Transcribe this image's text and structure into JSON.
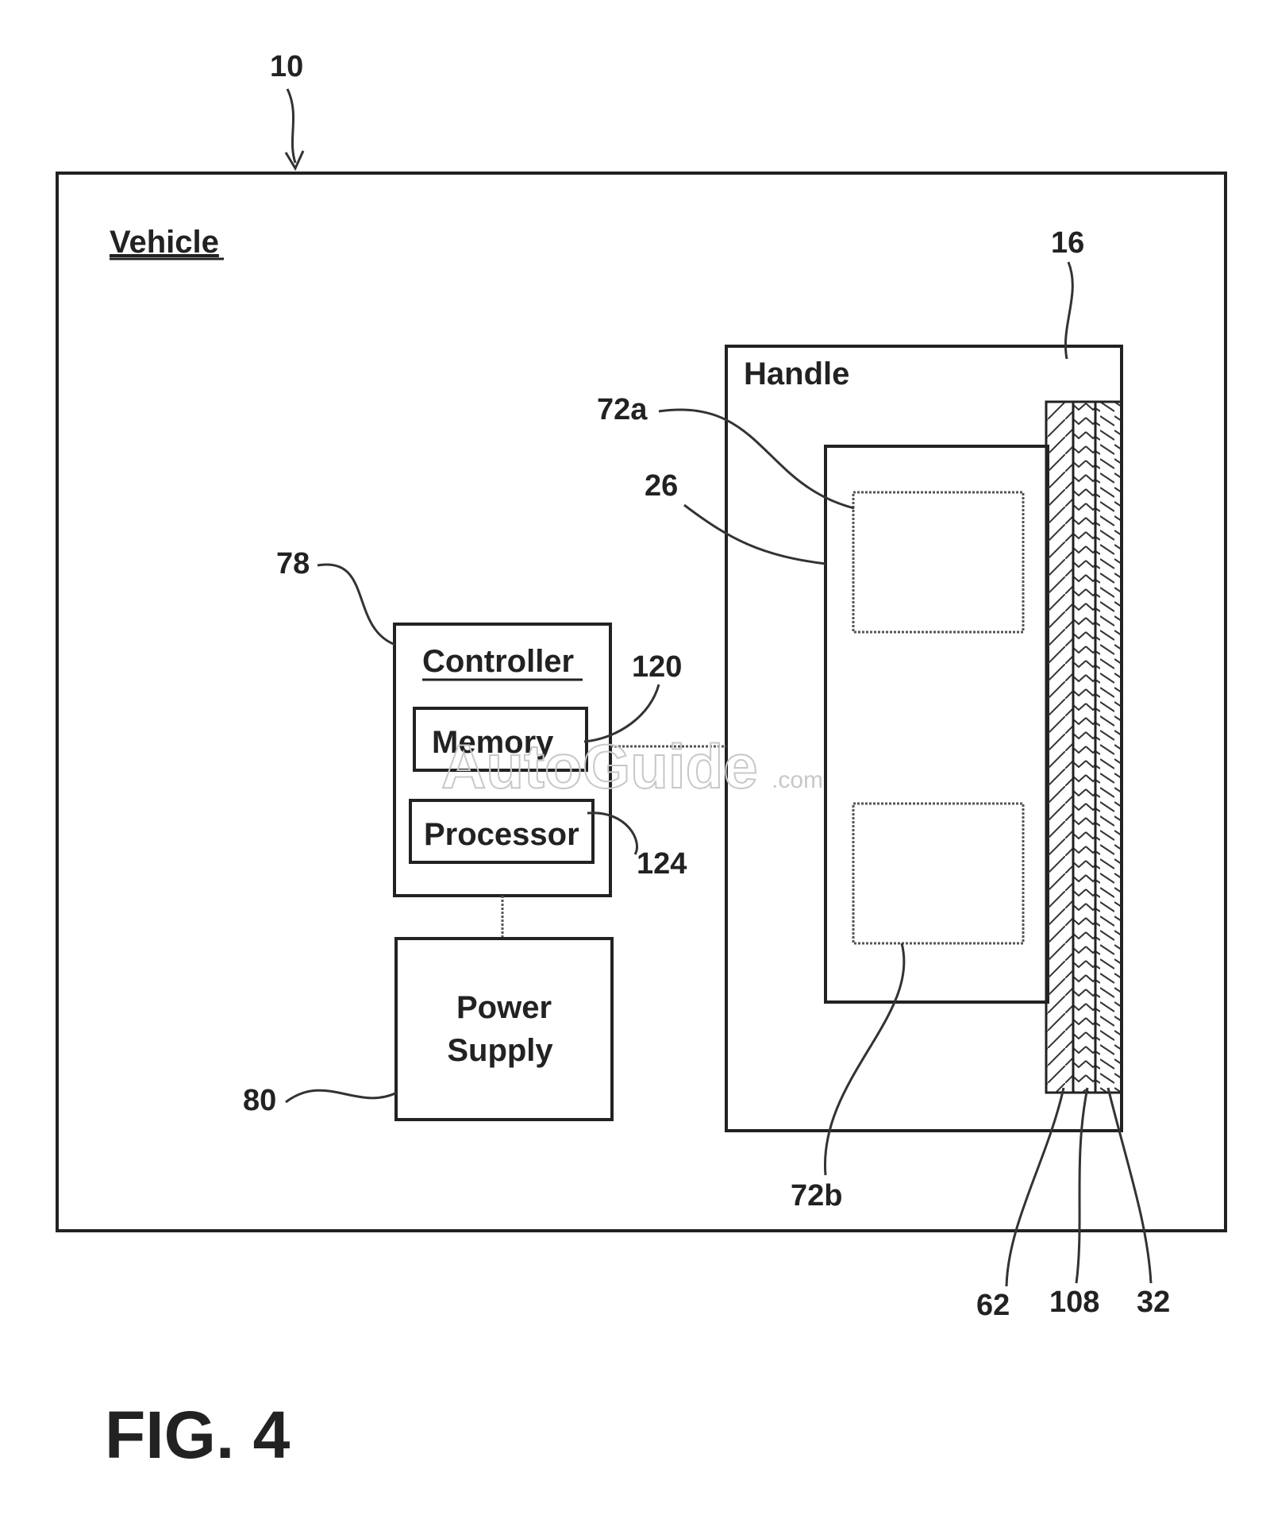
{
  "diagram": {
    "figure_label": "FIG. 4",
    "watermark": {
      "brand": "AutoGuide",
      "suffix": ".com"
    },
    "vehicle": {
      "ref": "10",
      "title": "Vehicle"
    },
    "handle": {
      "ref": "16",
      "title": "Handle"
    },
    "sensor_board": {
      "ref": "26"
    },
    "sensors": [
      {
        "ref": "72a"
      },
      {
        "ref": "72b"
      }
    ],
    "controller": {
      "ref": "78",
      "title": "Controller"
    },
    "memory": {
      "ref": "120",
      "title": "Memory"
    },
    "processor": {
      "ref": "124",
      "title": "Processor"
    },
    "power_supply": {
      "ref": "80",
      "title_line1": "Power",
      "title_line2": "Supply"
    },
    "layers": [
      {
        "ref": "62"
      },
      {
        "ref": "108"
      },
      {
        "ref": "32"
      }
    ]
  }
}
